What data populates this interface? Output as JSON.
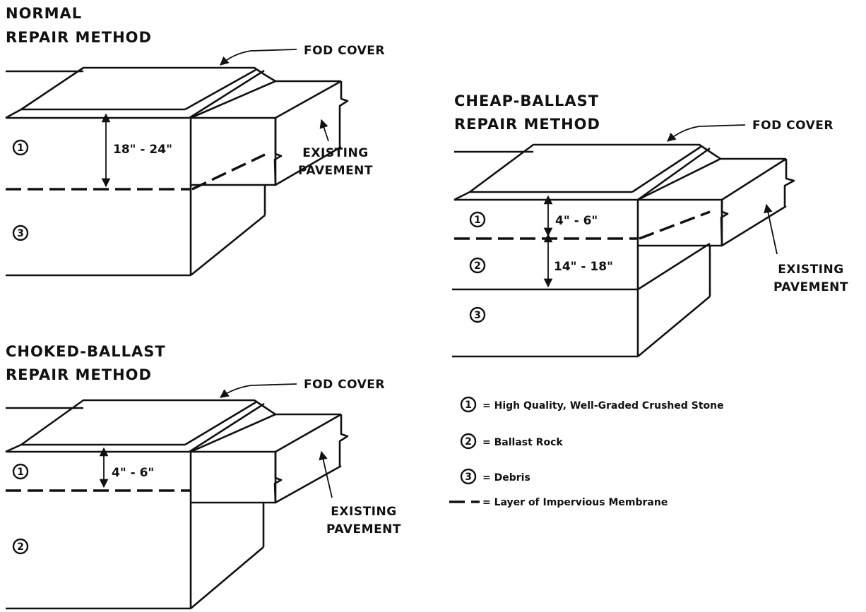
{
  "panels": {
    "normal": {
      "title_line1": "NORMAL",
      "title_line2": "REPAIR METHOD",
      "fod_cover": "FOD COVER",
      "existing_line1": "EXISTING",
      "existing_line2": "PAVEMENT",
      "dim_1": "18\" - 24\"",
      "layer_a": "1",
      "layer_b": "3"
    },
    "cheap": {
      "title_line1": "CHEAP-BALLAST",
      "title_line2": "REPAIR METHOD",
      "fod_cover": "FOD COVER",
      "existing_line1": "EXISTING",
      "existing_line2": "PAVEMENT",
      "dim_1": "4\" - 6\"",
      "dim_2": "14\" - 18\"",
      "layer_a": "1",
      "layer_b": "2",
      "layer_c": "3"
    },
    "choked": {
      "title_line1": "CHOKED-BALLAST",
      "title_line2": "REPAIR METHOD",
      "fod_cover": "FOD COVER",
      "existing_line1": "EXISTING",
      "existing_line2": "PAVEMENT",
      "dim_1": "4\" - 6\"",
      "layer_a": "1",
      "layer_b": "2"
    }
  },
  "legend": {
    "items": [
      {
        "symbol": "1",
        "text": "= High Quality, Well-Graded Crushed Stone"
      },
      {
        "symbol": "2",
        "text": "= Ballast Rock"
      },
      {
        "symbol": "3",
        "text": "= Debris"
      }
    ],
    "membrane_text": "= Layer of Impervious Membrane"
  }
}
